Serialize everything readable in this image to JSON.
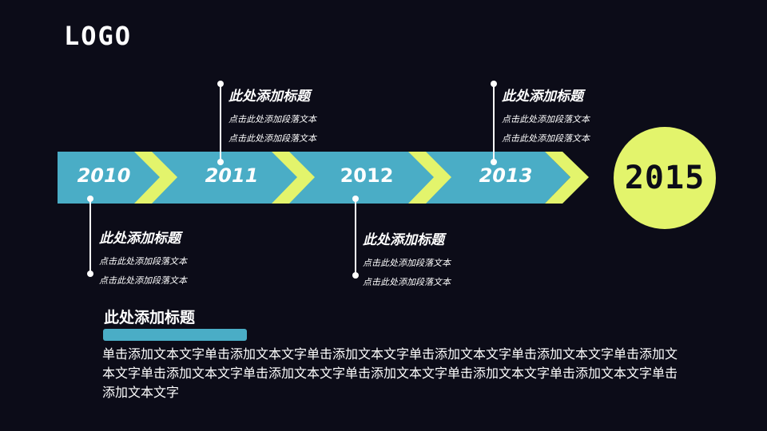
{
  "logo": "LOGO",
  "colors": {
    "background": "#0c0c18",
    "band": "#4aadc6",
    "accent": "#e3f46c",
    "text": "#ffffff"
  },
  "timeline": {
    "years": [
      "2010",
      "2011",
      "2012",
      "2013"
    ],
    "final_year": "2015"
  },
  "notes": [
    {
      "year": "2010",
      "position": "below",
      "title": "此处添加标题",
      "lines": [
        "点击此处添加段落文本",
        "点击此处添加段落文本"
      ]
    },
    {
      "year": "2011",
      "position": "above",
      "title": "此处添加标题",
      "lines": [
        "点击此处添加段落文本",
        "点击此处添加段落文本"
      ]
    },
    {
      "year": "2012",
      "position": "below",
      "title": "此处添加标题",
      "lines": [
        "点击此处添加段落文本",
        "点击此处添加段落文本"
      ]
    },
    {
      "year": "2013",
      "position": "above",
      "title": "此处添加标题",
      "lines": [
        "点击此处添加段落文本",
        "点击此处添加段落文本"
      ]
    }
  ],
  "section": {
    "title": "此处添加标题",
    "body": "单击添加文本文字单击添加文本文字单击添加文本文字单击添加文本文字单击添加文本文字单击添加文本文字单击添加文本文字单击添加文本文字单击添加文本文字单击添加文本文字单击添加文本文字单击添加文本文字"
  }
}
